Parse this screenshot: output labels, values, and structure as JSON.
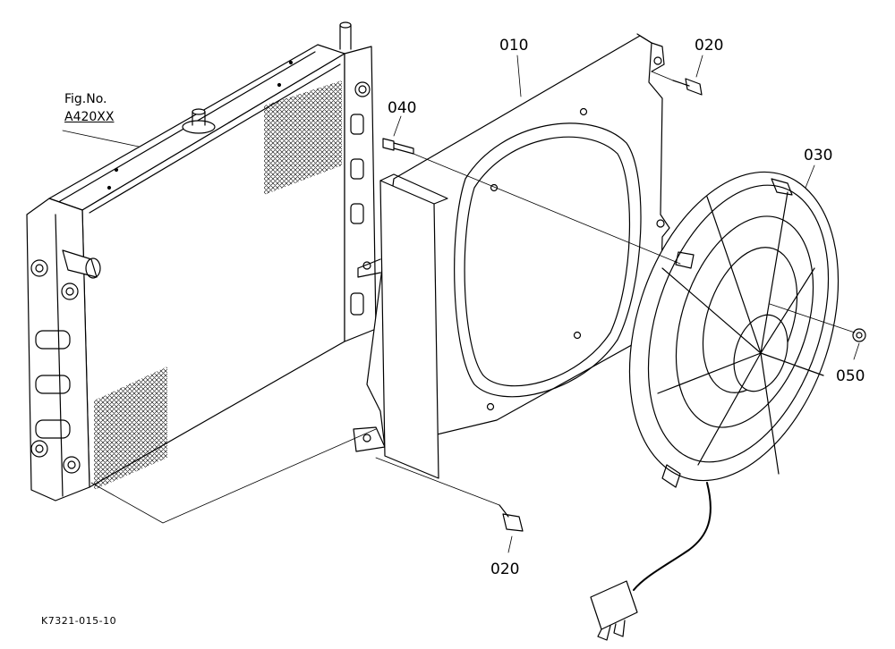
{
  "callouts": {
    "part_010": "010",
    "part_020_top": "020",
    "part_020_bottom": "020",
    "part_030": "030",
    "part_040": "040",
    "part_050": "050"
  },
  "reference": {
    "line1": "Fig.No.",
    "line2": "A420XX"
  },
  "drawing_code": "K7321-015-10"
}
